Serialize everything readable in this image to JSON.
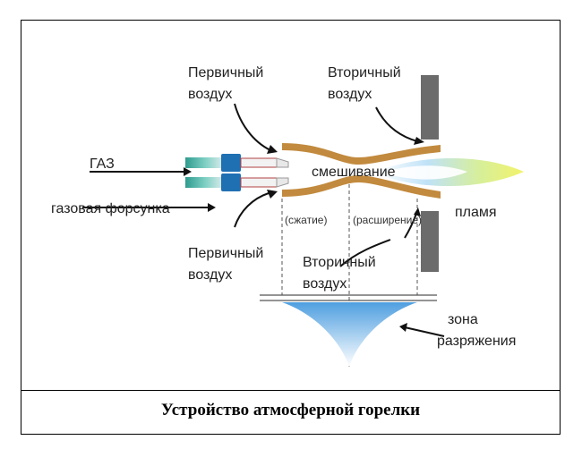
{
  "labels": {
    "primary_air_top_line1": "Первичный",
    "primary_air_top_line2": "воздух",
    "secondary_air_top_line1": "Вторичный",
    "secondary_air_top_line2": "воздух",
    "gas": "ГАЗ",
    "gas_nozzle": "газовая форсунка",
    "mixing": "смешивание",
    "compression": "(сжатие)",
    "expansion": "(расширение)",
    "flame": "пламя",
    "primary_air_bottom_line1": "Первичный",
    "primary_air_bottom_line2": "воздух",
    "secondary_air_bottom_line1": "Вторичный",
    "secondary_air_bottom_line2": "воздух",
    "vacuum_zone_line1": "зона",
    "vacuum_zone_line2": "разряжения"
  },
  "caption": "Устройство атмосферной горелки",
  "colors": {
    "tube": "#c28a3e",
    "nozzle_blue": "#1f6fb3",
    "nozzle_teal": "#39a39a",
    "flame_yellow": "#e8ef5a",
    "flame_blue": "#6fb6e6",
    "wall_gray": "#6b6b6b",
    "zone_blue": "#4f9fe0"
  }
}
